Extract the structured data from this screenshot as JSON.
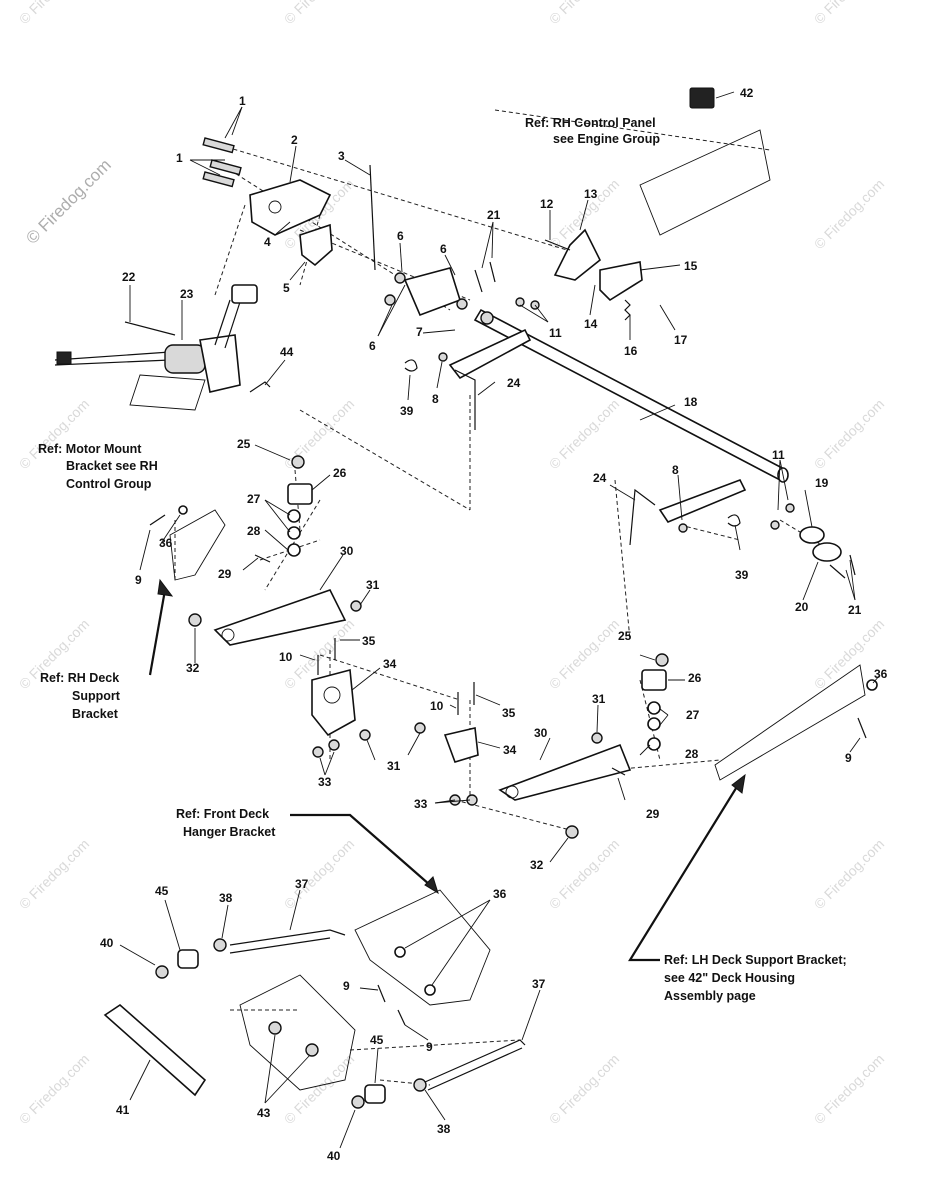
{
  "watermark": {
    "text": "© Firedog.com",
    "big_text": "© Firedog.com"
  },
  "references": {
    "rh_control_panel": [
      "Ref: RH Control Panel",
      "see Engine Group"
    ],
    "motor_mount": [
      "Ref: Motor Mount",
      "Bracket  see RH",
      "Control Group"
    ],
    "rh_deck_support": [
      "Ref: RH Deck",
      "Support",
      "Bracket"
    ],
    "front_deck_hanger": [
      "Ref: Front Deck",
      "Hanger Bracket"
    ],
    "lh_deck_support": [
      "Ref: LH Deck Support Bracket;",
      "see 42\" Deck Housing",
      "Assembly page"
    ]
  },
  "callouts": [
    {
      "id": "c1a",
      "text": "1"
    },
    {
      "id": "c1b",
      "text": "1"
    },
    {
      "id": "c2",
      "text": "2"
    },
    {
      "id": "c3",
      "text": "3"
    },
    {
      "id": "c4",
      "text": "4"
    },
    {
      "id": "c5",
      "text": "5"
    },
    {
      "id": "c6a",
      "text": "6"
    },
    {
      "id": "c6b",
      "text": "6"
    },
    {
      "id": "c6c",
      "text": "6"
    },
    {
      "id": "c7",
      "text": "7"
    },
    {
      "id": "c8a",
      "text": "8"
    },
    {
      "id": "c8b",
      "text": "8"
    },
    {
      "id": "c9a",
      "text": "9"
    },
    {
      "id": "c9b",
      "text": "9"
    },
    {
      "id": "c9c",
      "text": "9"
    },
    {
      "id": "c9d",
      "text": "9"
    },
    {
      "id": "c10a",
      "text": "10"
    },
    {
      "id": "c10b",
      "text": "10"
    },
    {
      "id": "c11a",
      "text": "11"
    },
    {
      "id": "c11b",
      "text": "11"
    },
    {
      "id": "c12",
      "text": "12"
    },
    {
      "id": "c13",
      "text": "13"
    },
    {
      "id": "c14",
      "text": "14"
    },
    {
      "id": "c15",
      "text": "15"
    },
    {
      "id": "c16",
      "text": "16"
    },
    {
      "id": "c17",
      "text": "17"
    },
    {
      "id": "c18",
      "text": "18"
    },
    {
      "id": "c19",
      "text": "19"
    },
    {
      "id": "c20",
      "text": "20"
    },
    {
      "id": "c21a",
      "text": "21"
    },
    {
      "id": "c21b",
      "text": "21"
    },
    {
      "id": "c22",
      "text": "22"
    },
    {
      "id": "c23",
      "text": "23"
    },
    {
      "id": "c24a",
      "text": "24"
    },
    {
      "id": "c24b",
      "text": "24"
    },
    {
      "id": "c25a",
      "text": "25"
    },
    {
      "id": "c25b",
      "text": "25"
    },
    {
      "id": "c26a",
      "text": "26"
    },
    {
      "id": "c26b",
      "text": "26"
    },
    {
      "id": "c27a",
      "text": "27"
    },
    {
      "id": "c27b",
      "text": "27"
    },
    {
      "id": "c28a",
      "text": "28"
    },
    {
      "id": "c28b",
      "text": "28"
    },
    {
      "id": "c29a",
      "text": "29"
    },
    {
      "id": "c29b",
      "text": "29"
    },
    {
      "id": "c30a",
      "text": "30"
    },
    {
      "id": "c30b",
      "text": "30"
    },
    {
      "id": "c31a",
      "text": "31"
    },
    {
      "id": "c31b",
      "text": "31"
    },
    {
      "id": "c31c",
      "text": "31"
    },
    {
      "id": "c32a",
      "text": "32"
    },
    {
      "id": "c32b",
      "text": "32"
    },
    {
      "id": "c33a",
      "text": "33"
    },
    {
      "id": "c33b",
      "text": "33"
    },
    {
      "id": "c34a",
      "text": "34"
    },
    {
      "id": "c34b",
      "text": "34"
    },
    {
      "id": "c35a",
      "text": "35"
    },
    {
      "id": "c35b",
      "text": "35"
    },
    {
      "id": "c36a",
      "text": "36"
    },
    {
      "id": "c36b",
      "text": "36"
    },
    {
      "id": "c36c",
      "text": "36"
    },
    {
      "id": "c37a",
      "text": "37"
    },
    {
      "id": "c37b",
      "text": "37"
    },
    {
      "id": "c38a",
      "text": "38"
    },
    {
      "id": "c38b",
      "text": "38"
    },
    {
      "id": "c39a",
      "text": "39"
    },
    {
      "id": "c39b",
      "text": "39"
    },
    {
      "id": "c40a",
      "text": "40"
    },
    {
      "id": "c40b",
      "text": "40"
    },
    {
      "id": "c41",
      "text": "41"
    },
    {
      "id": "c42",
      "text": "42"
    },
    {
      "id": "c43",
      "text": "43"
    },
    {
      "id": "c44",
      "text": "44"
    },
    {
      "id": "c45a",
      "text": "45"
    },
    {
      "id": "c45b",
      "text": "45"
    }
  ]
}
